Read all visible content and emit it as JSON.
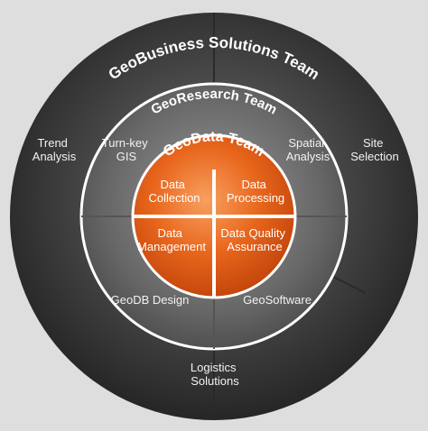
{
  "colors": {
    "background": "#dedede",
    "outer_ring": "#3a3a3a",
    "middle_ring": "#6b6b6b",
    "core": "#e8661c",
    "divider": "#ffffff",
    "text": "#ffffff"
  },
  "outer_ring": {
    "title": "GeoBusiness Solutions Team",
    "items": [
      [
        "Trend",
        "Analysis"
      ],
      [
        "Site",
        "Selection"
      ],
      [
        "Logistics",
        "Solutions"
      ]
    ]
  },
  "middle_ring": {
    "title": "GeoResearch Team",
    "items": [
      [
        "Turn-key",
        "GIS"
      ],
      [
        "Spatial",
        "Analysis"
      ],
      [
        "GeoDB Design"
      ],
      [
        "GeoSoftware"
      ]
    ]
  },
  "core": {
    "title": "GeoData Team",
    "quadrants": [
      [
        "Data",
        "Collection"
      ],
      [
        "Data",
        "Processing"
      ],
      [
        "Data",
        "Management"
      ],
      [
        "Data Quality",
        "Assurance"
      ]
    ]
  }
}
